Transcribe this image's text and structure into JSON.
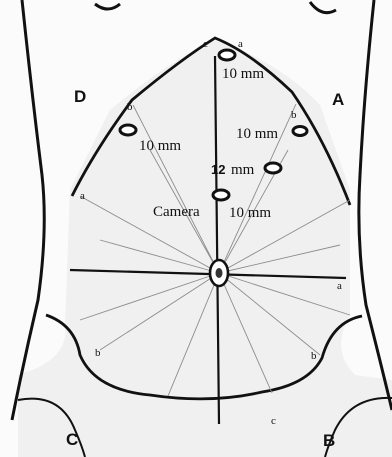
{
  "quadrants": {
    "a": "A",
    "b": "B",
    "c": "C",
    "d": "D"
  },
  "points": {
    "c_top": "c",
    "a_top": "a",
    "b_left": "b",
    "b_right": "b",
    "a_left": "a",
    "a_right": "a",
    "b_lower_left": "b",
    "b_lower_right": "b",
    "c_lower": "c"
  },
  "ports": {
    "top_10mm": "10 mm",
    "left_10mm": "10 mm",
    "right_10mm": "10 mm",
    "twelve_num": "12",
    "twelve_unit": "mm",
    "camera": "Camera",
    "camera_size": "10 mm"
  },
  "colors": {
    "ink": "#111111",
    "faint": "#9a9a9a",
    "fill": "#f1f1f1"
  }
}
